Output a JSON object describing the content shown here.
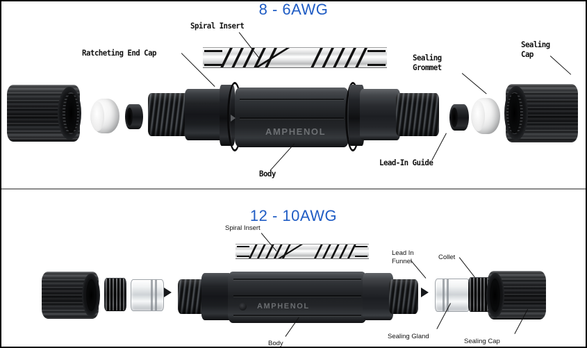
{
  "document": {
    "panels": [
      {
        "id": "top",
        "title": "8 - 6AWG",
        "title_color": "#1f5cc4",
        "body_brand": "AMPHENOL",
        "labels": [
          {
            "name": "spiral-insert",
            "text": "Spiral Insert"
          },
          {
            "name": "ratcheting-end-cap",
            "text": "Ratcheting End Cap"
          },
          {
            "name": "sealing-grommet",
            "text": "Sealing\nGrommet"
          },
          {
            "name": "sealing-cap",
            "text": "Sealing\nCap"
          },
          {
            "name": "body",
            "text": "Body"
          },
          {
            "name": "lead-in-guide",
            "text": "Lead-In Guide"
          }
        ]
      },
      {
        "id": "bottom",
        "title": "12 - 10AWG",
        "title_color": "#1f5cc4",
        "body_brand": "AMPHENOL",
        "labels": [
          {
            "name": "spiral-insert",
            "text": "Spiral Insert"
          },
          {
            "name": "lead-in-funnel",
            "text": "Lead In\nFunnel"
          },
          {
            "name": "collet",
            "text": "Collet"
          },
          {
            "name": "body",
            "text": "Body"
          },
          {
            "name": "sealing-gland",
            "text": "Sealing Gland"
          },
          {
            "name": "sealing-cap",
            "text": "Sealing Cap"
          }
        ]
      }
    ]
  }
}
